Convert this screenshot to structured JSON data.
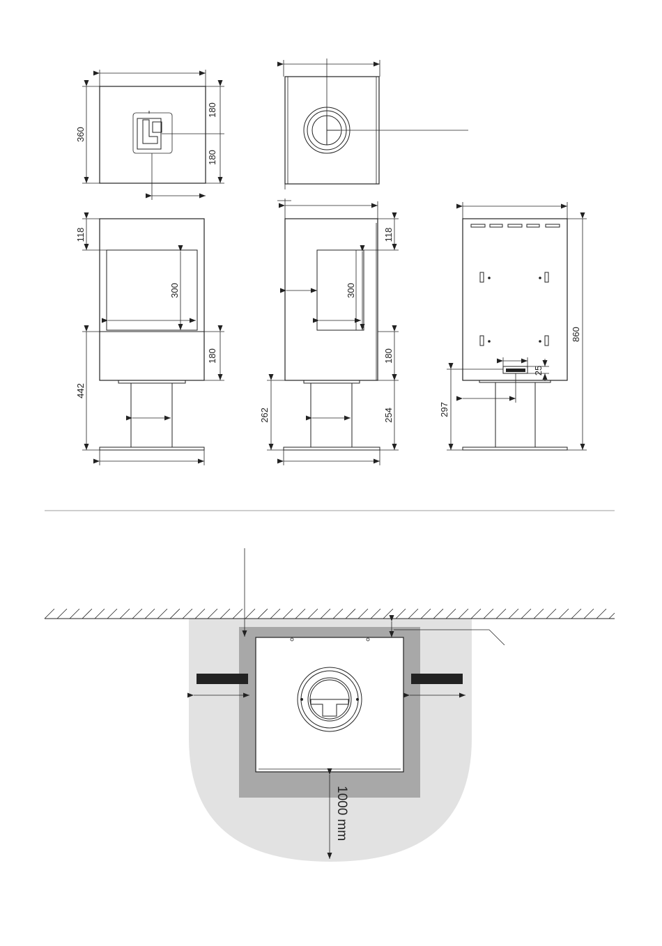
{
  "dimensions": {
    "top_depth": "360",
    "top_half_a": "180",
    "top_half_b": "180",
    "front_top": "118",
    "front_door_height": "300",
    "front_lower": "180",
    "front_pedestal": "442",
    "side_top": "118",
    "side_door_height": "300",
    "side_lower": "180",
    "side_pedestal_left": "262",
    "side_pedestal_right": "254",
    "back_total_height": "860",
    "back_outlet_offset": "25",
    "back_outlet_height": "297"
  },
  "clearance": {
    "front_distance": "1000 mm"
  },
  "colors": {
    "line": "#222222",
    "safety_zone": "#e2e2e2",
    "floor_plate": "#a8a8a8",
    "divider": "#bdbdbd"
  }
}
